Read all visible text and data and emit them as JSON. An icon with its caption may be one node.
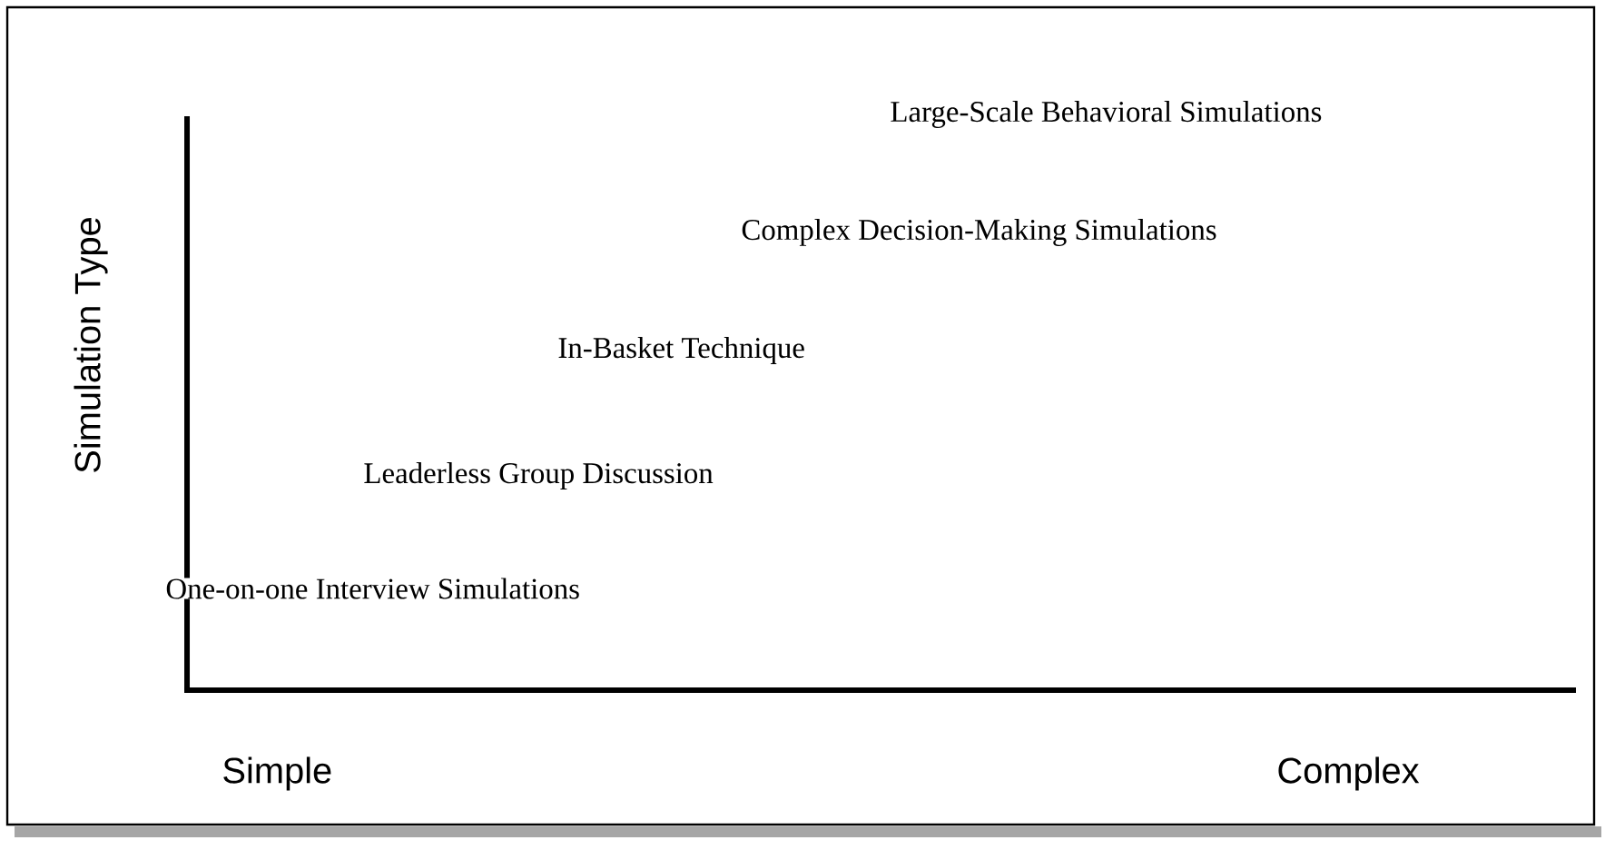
{
  "diagram": {
    "labels": [
      "Large-Scale Behavioral Simulations",
      "Complex Decision-Making Simulations",
      "In-Basket Technique",
      "Leaderless Group Discussion",
      "One-on-one Interview Simulations",
      "Simulation Type",
      "Simple",
      "Complex"
    ]
  }
}
